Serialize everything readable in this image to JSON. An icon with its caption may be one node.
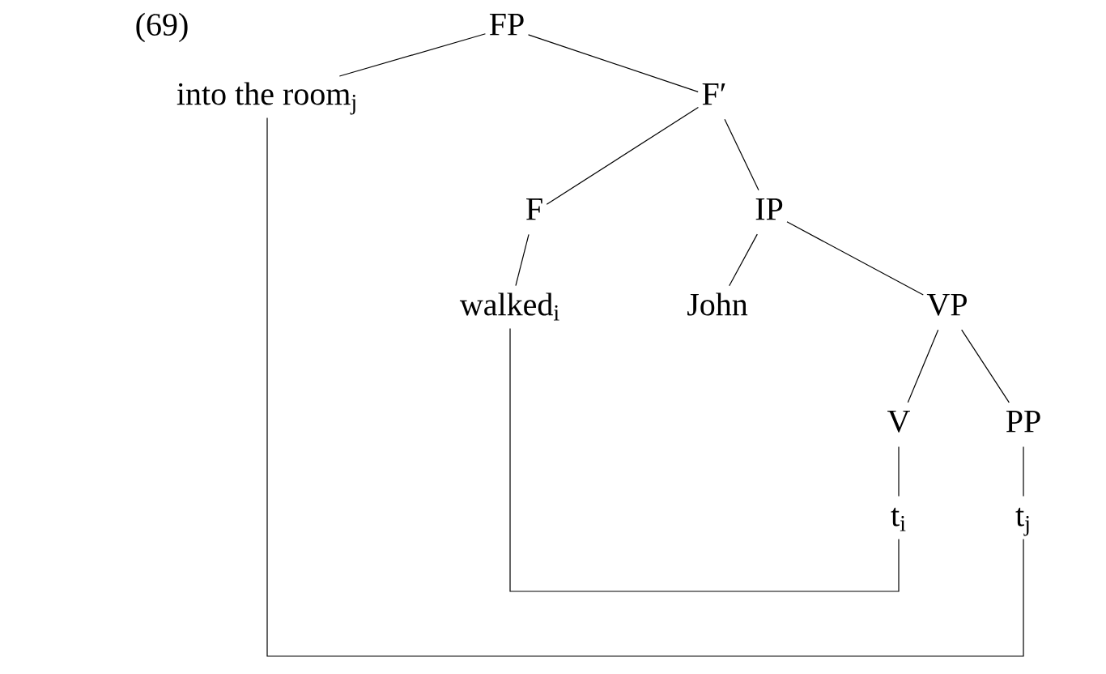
{
  "diagram": {
    "nodes": [
      {
        "text": [
          "FP"
        ]
      },
      {
        "text": [
          "into the room$_{j}$"
        ]
      },
      {
        "text": [
          "F′"
        ]
      },
      {
        "text": [
          "F"
        ]
      },
      {
        "text": [
          "IP"
        ]
      },
      {
        "text": [
          "walked$_{i}$"
        ]
      },
      {
        "text": [
          "John"
        ]
      },
      {
        "text": [
          "VP"
        ]
      },
      {
        "text": [
          "V"
        ]
      },
      {
        "text": [
          "PP"
        ]
      },
      {
        "text": [
          "t$_{i}$"
        ]
      },
      {
        "text": [
          "t$_{j}$"
        ]
      }
    ],
    "edges": [
      {
        "from": 0,
        "to": 1,
        "arrow": "none"
      },
      {
        "from": 0,
        "to": 2,
        "arrow": "none"
      },
      {
        "from": 2,
        "to": 3,
        "arrow": "none"
      },
      {
        "from": 2,
        "to": 4,
        "arrow": "none"
      },
      {
        "from": 3,
        "to": 5,
        "arrow": "none"
      },
      {
        "from": 4,
        "to": 6,
        "arrow": "none"
      },
      {
        "from": 4,
        "to": 7,
        "arrow": "none"
      },
      {
        "from": 7,
        "to": 8,
        "arrow": "none"
      },
      {
        "from": 7,
        "to": 9,
        "arrow": "none"
      },
      {
        "from": 8,
        "to": 10,
        "arrow": "none"
      },
      {
        "from": 9,
        "to": 11,
        "arrow": "none"
      },
      {
        "from": 5,
        "to": 10,
        "arrow": "none"
      },
      {
        "from": 1,
        "to": 11,
        "arrow": "none"
      }
    ],
    "labels": [
      "(69)"
    ]
  }
}
